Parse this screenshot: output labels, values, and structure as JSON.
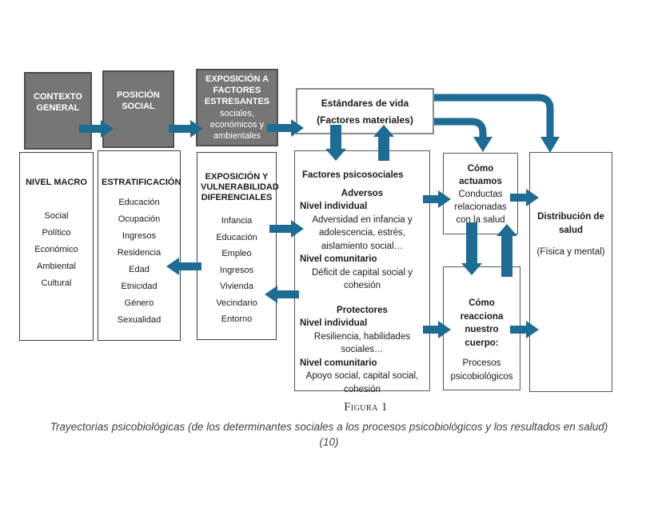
{
  "figure": {
    "label": "Figura 1",
    "caption": "Trayectorias psicobiológicas (de los determinantes sociales a los procesos psicobiológicos y los resultados en salud) (10)"
  },
  "colors": {
    "arrow": "#1e6b94",
    "gray_box_fill": "#767677",
    "gray_box_text": "#ffffff"
  },
  "gray_boxes": [
    {
      "title": "CONTEXTO GENERAL"
    },
    {
      "title": "POSICIÓN SOCIAL"
    },
    {
      "title": "EXPOSICIÓN A FACTORES ESTRESANTES",
      "subtitle": "sociales, económicos y ambientales"
    }
  ],
  "columns": [
    {
      "heading": "NIVEL MACRO",
      "items": [
        "Social",
        "Político",
        "Económico",
        "Ambiental",
        "Cultural"
      ]
    },
    {
      "heading": "ESTRATIFICACIÓN",
      "items": [
        "Educación",
        "Ocupación",
        "Ingresos",
        "Residencia",
        "Edad",
        "Etnicidad",
        "Género",
        "Sexualidad"
      ]
    },
    {
      "heading": "EXPOSICIÓN Y VULNERABILIDAD DIFERENCIALES",
      "items": [
        "Infancia",
        "Educación",
        "Empleo",
        "Ingresos",
        "Vivienda",
        "Vecindario",
        "Entorno"
      ]
    }
  ],
  "estandares": {
    "line1": "Estándares de vida",
    "line2": "(Factores materiales)"
  },
  "factores": {
    "title": "Factores psicosociales",
    "adversos": {
      "heading": "Adversos",
      "individual_label": "Nivel individual",
      "individual_text": "Adversidad en infancia y adolescencia, estrés, aislamiento social…",
      "comunitario_label": "Nivel comunitario",
      "comunitario_text": "Déficit de capital social y cohesión"
    },
    "protectores": {
      "heading": "Protectores",
      "individual_label": "Nivel individual",
      "individual_text": "Resiliencia, habilidades sociales…",
      "comunitario_label": "Nivel comunitario",
      "comunitario_text": "Apoyo social, capital social, cohesión"
    }
  },
  "como_actuamos": {
    "title": "Cómo actuamos",
    "text": "Conductas relacionadas con la salud"
  },
  "como_reacciona": {
    "title": "Cómo reacciona nuestro cuerpo:",
    "text": "Procesos psicobiológicos"
  },
  "distribucion": {
    "title": "Distribución de salud",
    "subtitle": "(Física y mental)"
  }
}
